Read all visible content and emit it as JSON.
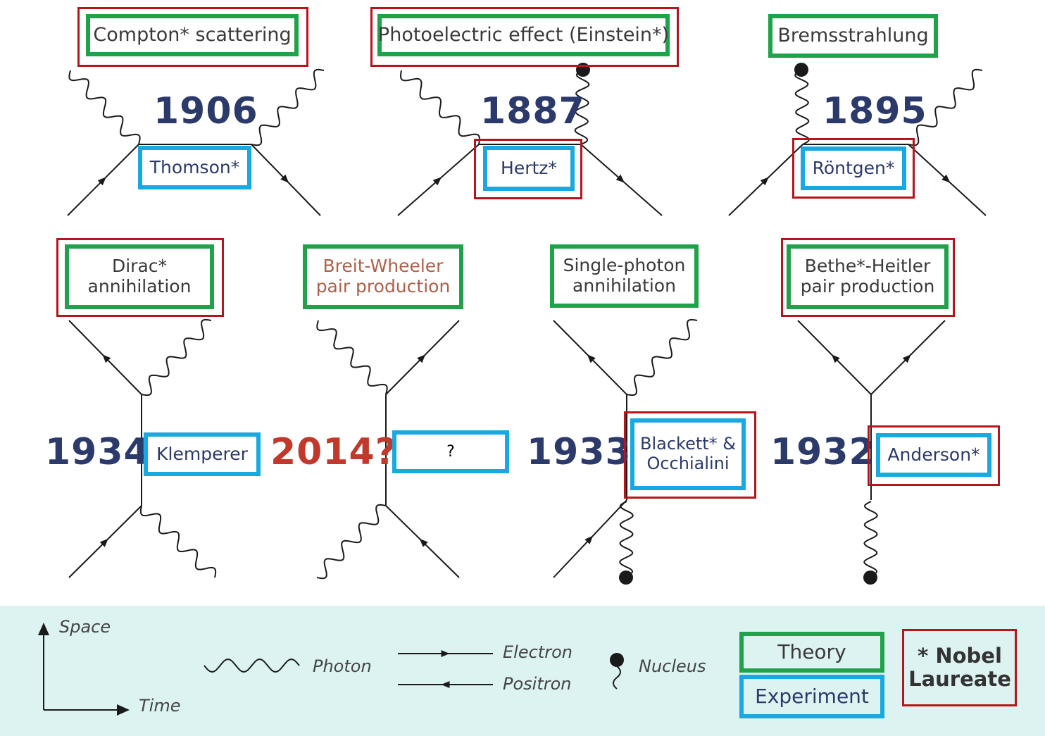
{
  "processes": [
    {
      "id": "compton",
      "theory": "Compton* scattering",
      "year": "1906",
      "experiment": "Thomson*",
      "year_color": "#2b3a6b"
    },
    {
      "id": "photoelectric",
      "theory": "Photoelectric effect (Einstein*)",
      "year": "1887",
      "experiment": "Hertz*",
      "year_color": "#2b3a6b"
    },
    {
      "id": "bremsstrahlung",
      "theory": "Bremsstrahlung",
      "year": "1895",
      "experiment": "Röntgen*",
      "year_color": "#2b3a6b"
    },
    {
      "id": "dirac",
      "theory_lines": [
        "Dirac*",
        "annihilation"
      ],
      "year": "1934",
      "experiment": "Klemperer",
      "year_color": "#2b3a6b"
    },
    {
      "id": "breit-wheeler",
      "theory_lines": [
        "Breit-Wheeler",
        "pair production"
      ],
      "theory_color": "#b0604a",
      "year": "2014?",
      "experiment": "?",
      "year_color": "#c0392b"
    },
    {
      "id": "single-photon",
      "theory_lines": [
        "Single-photon",
        "annihilation"
      ],
      "year": "1933",
      "experiment_lines": [
        "Blackett* &",
        "Occhialini"
      ],
      "year_color": "#2b3a6b"
    },
    {
      "id": "bethe-heitler",
      "theory_lines": [
        "Bethe*-Heitler",
        "pair production"
      ],
      "year": "1932",
      "experiment": "Anderson*",
      "year_color": "#2b3a6b"
    }
  ],
  "legend": {
    "space": "Space",
    "time": "Time",
    "photon": "Photon",
    "electron": "Electron",
    "positron": "Positron",
    "nucleus": "Nucleus",
    "theory": "Theory",
    "experiment": "Experiment",
    "nobel_line1": "* Nobel",
    "nobel_line2": "Laureate"
  },
  "colors": {
    "theory_border": "#1fa24a",
    "experiment_border": "#19a9e1",
    "nobel_border": "#b5151b",
    "legend_background": "#dcf3f2",
    "year_text": "#2b3a6b"
  }
}
